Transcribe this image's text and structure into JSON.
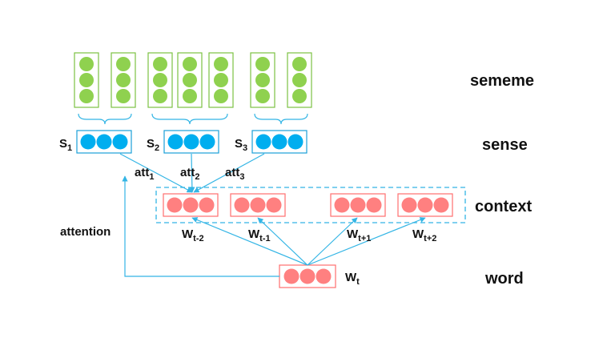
{
  "rows": {
    "sememe": "sememe",
    "sense": "sense",
    "context": "context",
    "word": "word"
  },
  "senses": [
    {
      "base": "S",
      "sub": "1"
    },
    {
      "base": "S",
      "sub": "2"
    },
    {
      "base": "S",
      "sub": "3"
    }
  ],
  "attentions": [
    {
      "base": "att",
      "sub": "1"
    },
    {
      "base": "att",
      "sub": "2"
    },
    {
      "base": "att",
      "sub": "3"
    }
  ],
  "context_words": [
    {
      "base": "W",
      "sub": "t-2"
    },
    {
      "base": "W",
      "sub": "t-1"
    },
    {
      "base": "W",
      "sub": "t+1"
    },
    {
      "base": "W",
      "sub": "t+2"
    }
  ],
  "target_word": {
    "base": "W",
    "sub": "t"
  },
  "attention_label": "attention",
  "colors": {
    "sememe_fill": "#8fd14f",
    "sememe_border": "#7cc142",
    "sense_fill": "#00aeef",
    "sense_border": "#1aa0d8",
    "word_fill": "#ff8080",
    "word_border": "#ff6f6f",
    "arrow": "#33b5e5"
  }
}
